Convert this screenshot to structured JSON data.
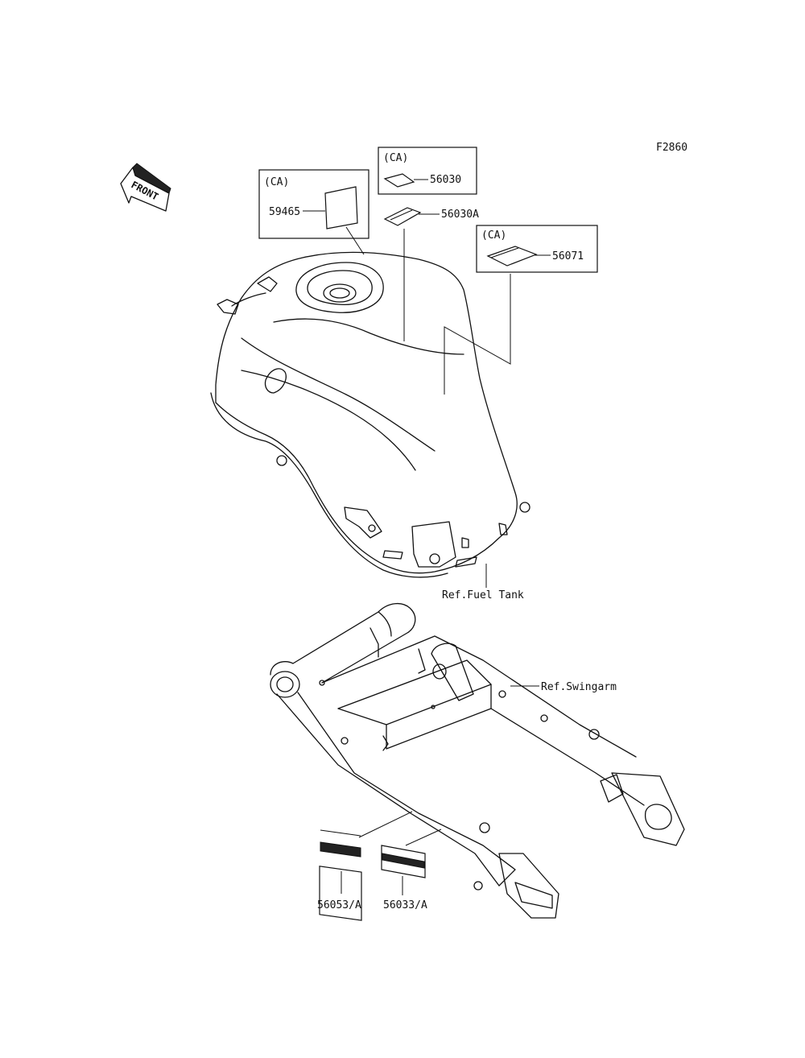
{
  "figure_code": "F2860",
  "front_arrow_text": "FRONT",
  "callouts": {
    "p59465": {
      "note": "(CA)",
      "part": "59465"
    },
    "p56030": {
      "note": "(CA)",
      "part": "56030"
    },
    "p56030A": {
      "part": "56030A"
    },
    "p56071": {
      "note": "(CA)",
      "part": "56071"
    },
    "p56053A": {
      "part": "56053/A"
    },
    "p56033A": {
      "part": "56033/A"
    }
  },
  "refs": {
    "fuel_tank": "Ref.Fuel Tank",
    "swingarm": "Ref.Swingarm"
  }
}
